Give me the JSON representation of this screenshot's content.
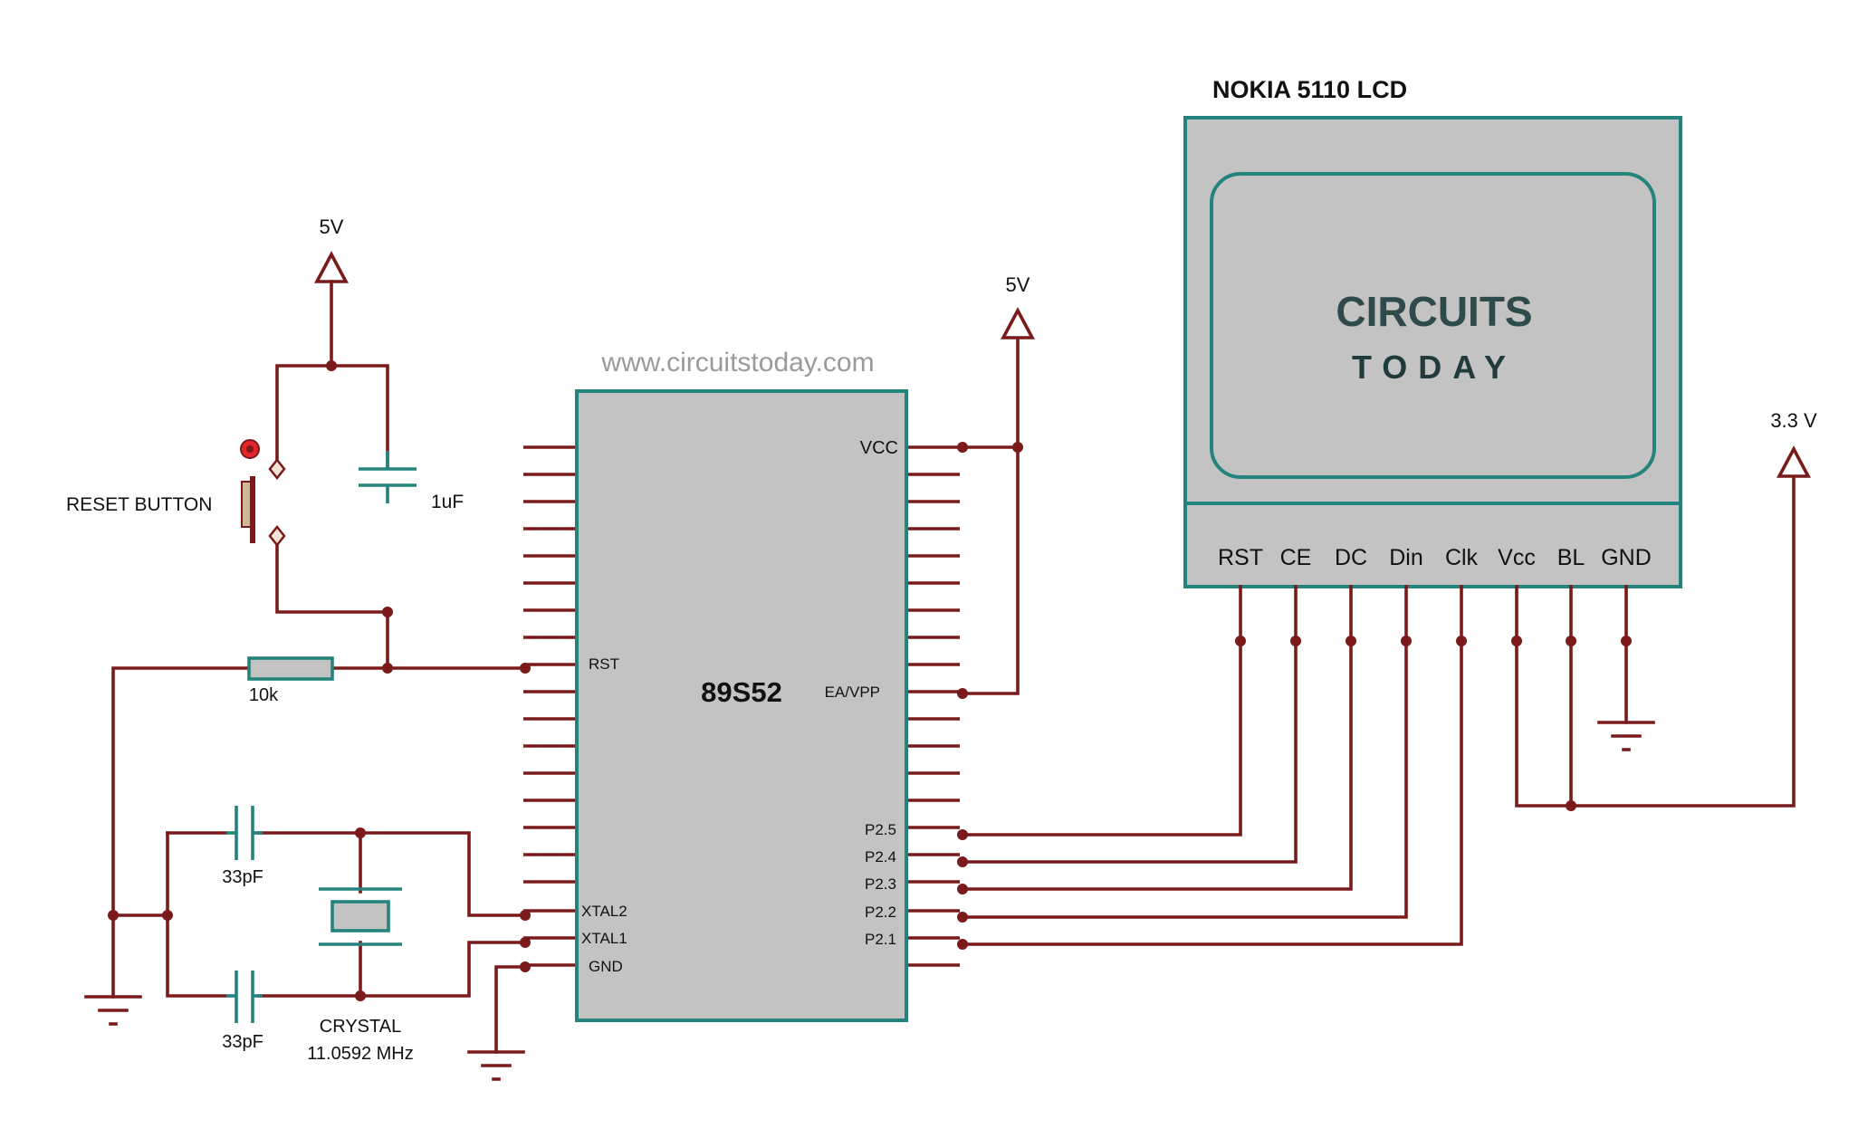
{
  "power": {
    "reset_supply": "5V",
    "mcu_supply": "5V",
    "lcd_supply": "3.3 V"
  },
  "watermark": "www.circuitstoday.com",
  "lcd": {
    "title": "NOKIA 5110 LCD",
    "screen_line1": "CIRCUITS",
    "screen_line2": "TODAY",
    "pins": [
      "RST",
      "CE",
      "DC",
      "Din",
      "Clk",
      "Vcc",
      "BL",
      "GND"
    ]
  },
  "mcu": {
    "name": "89S52",
    "pins": {
      "vcc": "VCC",
      "rst": "RST",
      "eavpp": "EA/VPP",
      "xtal2": "XTAL2",
      "xtal1": "XTAL1",
      "gnd": "GND",
      "p25": "P2.5",
      "p24": "P2.4",
      "p23": "P2.3",
      "p22": "P2.2",
      "p21": "P2.1"
    }
  },
  "components": {
    "reset_button": "RESET BUTTON",
    "reset_cap": "1uF",
    "resistor": "10k",
    "cap_top": "33pF",
    "cap_bottom": "33pF",
    "crystal_label": "CRYSTAL",
    "crystal_freq": "11.0592 MHz"
  },
  "colors": {
    "wire": "#7a1a1a",
    "component_outline": "#24837c",
    "component_fill": "#c3c3c3",
    "lcd_text": "#2e4a4a",
    "watermark": "#9a9a9a"
  }
}
